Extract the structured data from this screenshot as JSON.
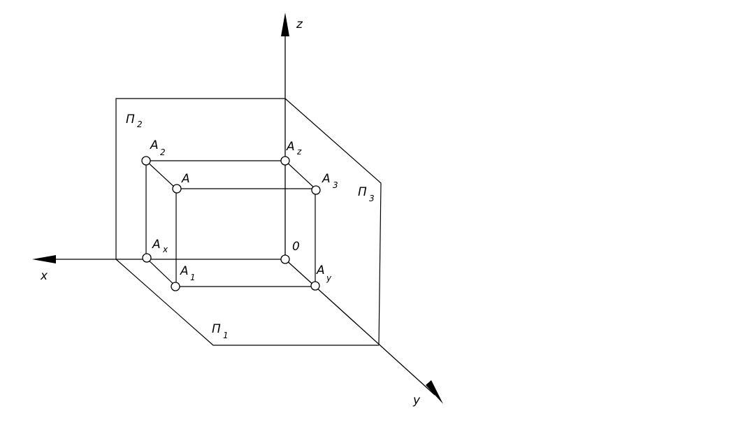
{
  "axes": {
    "x": "x",
    "y": "y",
    "z": "z"
  },
  "planes": {
    "p1": {
      "base": "П",
      "sub": "1"
    },
    "p2": {
      "base": "П",
      "sub": "2"
    },
    "p3": {
      "base": "П",
      "sub": "3"
    }
  },
  "points": {
    "a": {
      "base": "A",
      "sub": ""
    },
    "a1": {
      "base": "A",
      "sub": "1"
    },
    "a2": {
      "base": "A",
      "sub": "2"
    },
    "a3": {
      "base": "A",
      "sub": "3"
    },
    "ax": {
      "base": "A",
      "sub": "x"
    },
    "ay": {
      "base": "A",
      "sub": "y"
    },
    "az": {
      "base": "A",
      "sub": "z"
    },
    "o": {
      "base": "0",
      "sub": ""
    }
  }
}
